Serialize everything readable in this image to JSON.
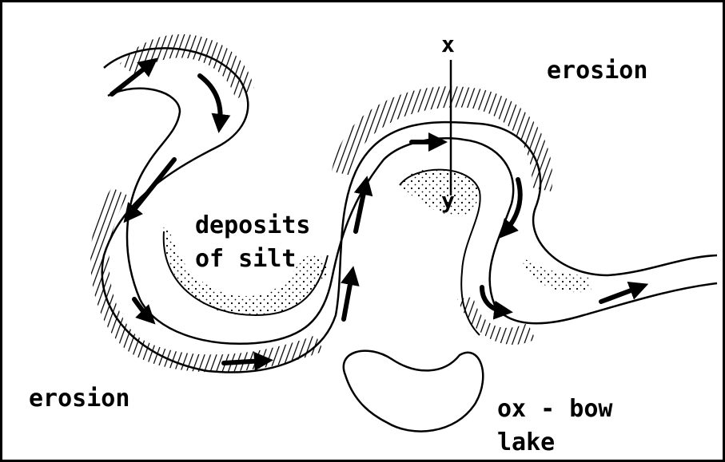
{
  "labels": {
    "erosion_top": "erosion",
    "erosion_bottom": "erosion",
    "deposits_line1": "deposits",
    "deposits_line2": "of silt",
    "oxbow_line1": "ox - bow",
    "oxbow_line2": "lake",
    "point_x": "x",
    "point_y": "y"
  },
  "colors": {
    "ink": "#000000",
    "background": "#ffffff"
  }
}
